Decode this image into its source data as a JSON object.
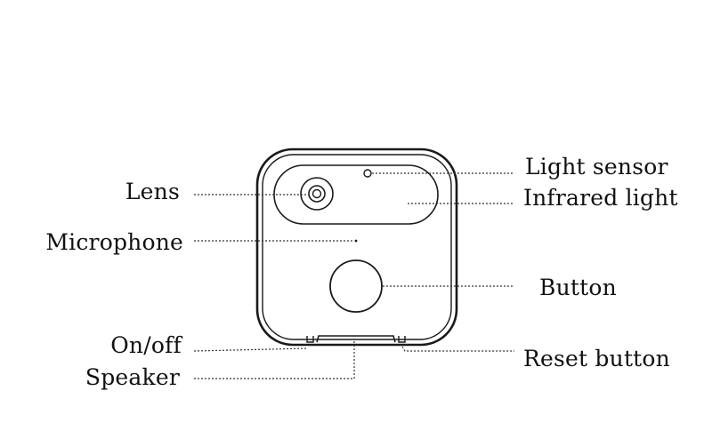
{
  "diagram": {
    "labels": {
      "lens": "Lens",
      "microphone": "Microphone",
      "on_off": "On/off",
      "speaker": "Speaker",
      "light_sensor": "Light sensor",
      "infrared_light": "Infrared light",
      "button": "Button",
      "reset_button": "Reset button"
    },
    "colors": {
      "outline": "#1a1a1a",
      "leader": "#333333",
      "text": "#111111",
      "background": "#ffffff"
    }
  }
}
